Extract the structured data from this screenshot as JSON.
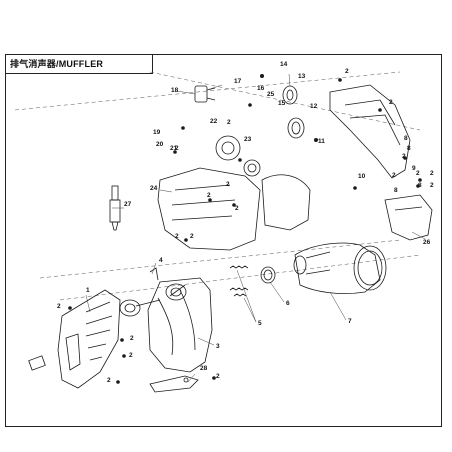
{
  "title": "排气消声器/MUFFLER",
  "callouts": [
    "1",
    "2",
    "3",
    "4",
    "5",
    "6",
    "7",
    "8",
    "9",
    "10",
    "11",
    "12",
    "13",
    "14",
    "15",
    "16",
    "17",
    "18",
    "19",
    "20",
    "21",
    "22",
    "23",
    "24",
    "25",
    "26",
    "27",
    "28"
  ],
  "colors": {
    "line": "#1a1a1a",
    "leader": "#444444",
    "dash": "#555555",
    "frame": "#222222"
  }
}
